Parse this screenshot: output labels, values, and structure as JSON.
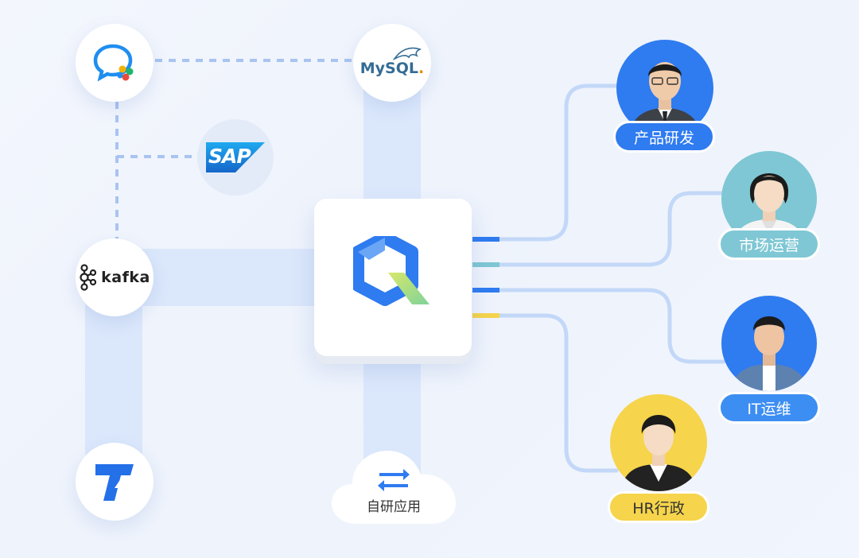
{
  "sources": {
    "wecom": {
      "icon": "wecom-chat-icon"
    },
    "mysql": {
      "label_main": "MySQL",
      "label_dot": "."
    },
    "sap": {
      "label": "SAP"
    },
    "kafka": {
      "label": "kafka"
    },
    "tapd": {
      "icon": "tapd-arrow-icon"
    },
    "self_built": {
      "label": "自研应用",
      "icon": "swap-arrows-icon"
    }
  },
  "hub": {
    "icon": "q-logo-icon"
  },
  "teams": [
    {
      "label": "产品研发",
      "color": "#2f7bf0",
      "text_color": "#ffffff"
    },
    {
      "label": "市场运营",
      "color": "#7fc7d4",
      "text_color": "#ffffff"
    },
    {
      "label": "IT运维",
      "color": "#3d8ef2",
      "text_color": "#ffffff"
    },
    {
      "label": "HR行政",
      "color": "#f6d44b",
      "text_color": "#333333"
    }
  ],
  "colors": {
    "band": "#dbe7fb",
    "link": "#c3d8f8",
    "dash": "#a9c4f1",
    "port_blue": "#2f7bf0",
    "port_teal": "#7fc7d4",
    "port_yellow": "#f6d44b"
  }
}
